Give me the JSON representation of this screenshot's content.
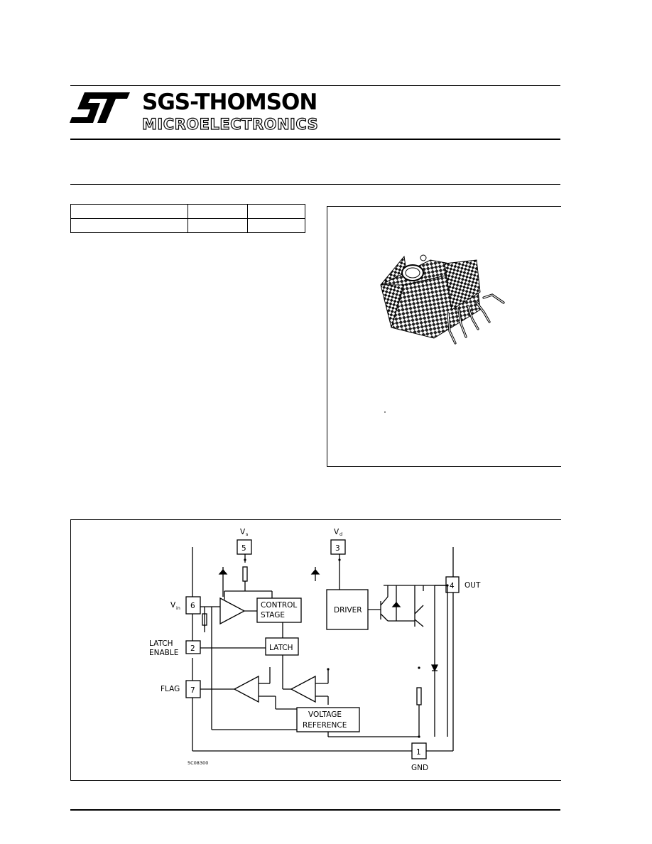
{
  "header": {
    "brand_name": "SGS-THOMSON",
    "brand_sub": "MICROELECTRONICS",
    "logo_icon": "st-logo-icon"
  },
  "diagram": {
    "pins": {
      "vs_label": "V",
      "vs_sub": "s",
      "vs_num": "5",
      "vd_label": "V",
      "vd_sub": "d",
      "vd_num": "3",
      "vin_label": "V",
      "vin_sub": "in",
      "vin_num": "6",
      "latch_label_1": "LATCH",
      "latch_label_2": "ENABLE",
      "latch_num": "2",
      "flag_label": "FLAG",
      "flag_num": "7",
      "out_label": "OUT",
      "out_num": "4",
      "gnd_label": "GND",
      "gnd_num": "1"
    },
    "blocks": {
      "control_1": "CONTROL",
      "control_2": "STAGE",
      "driver": "DRIVER",
      "latch": "LATCH",
      "vref_1": "VOLTAGE",
      "vref_2": "REFERENCE"
    },
    "figure_code": "5C08300"
  }
}
